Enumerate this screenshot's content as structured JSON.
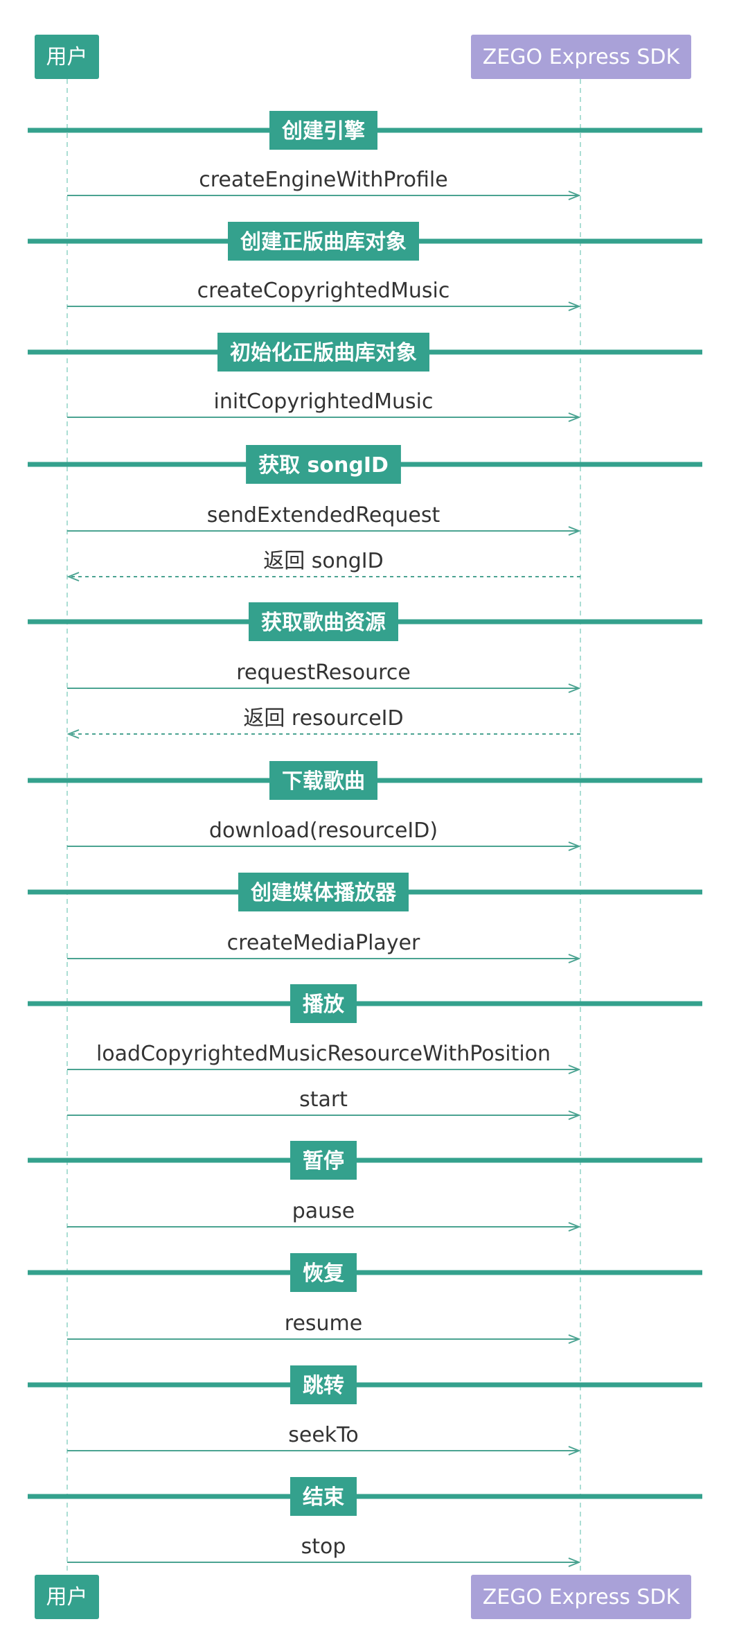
{
  "colors": {
    "user_actor": "#34a18d",
    "sdk_actor": "#a9a1d8",
    "section": "#34a18d",
    "arrow": "#4aa391",
    "lifeline": "#8fd3c6",
    "text": "#333333"
  },
  "actors": [
    {
      "id": "user",
      "label": "用户"
    },
    {
      "id": "sdk",
      "label": "ZEGO Express SDK"
    }
  ],
  "steps": [
    {
      "kind": "section",
      "label": "创建引擎"
    },
    {
      "kind": "message",
      "label": "createEngineWithProfile",
      "direction": "request"
    },
    {
      "kind": "section",
      "label": "创建正版曲库对象"
    },
    {
      "kind": "message",
      "label": "createCopyrightedMusic",
      "direction": "request"
    },
    {
      "kind": "section",
      "label": "初始化正版曲库对象"
    },
    {
      "kind": "message",
      "label": "initCopyrightedMusic",
      "direction": "request"
    },
    {
      "kind": "section",
      "label": "获取 songID"
    },
    {
      "kind": "message",
      "label": "sendExtendedRequest",
      "direction": "request"
    },
    {
      "kind": "message",
      "label": "返回 songID",
      "direction": "response"
    },
    {
      "kind": "section",
      "label": "获取歌曲资源"
    },
    {
      "kind": "message",
      "label": "requestResource",
      "direction": "request"
    },
    {
      "kind": "message",
      "label": "返回 resourceID",
      "direction": "response"
    },
    {
      "kind": "section",
      "label": "下载歌曲"
    },
    {
      "kind": "message",
      "label": "download(resourceID)",
      "direction": "request"
    },
    {
      "kind": "section",
      "label": "创建媒体播放器"
    },
    {
      "kind": "message",
      "label": "createMediaPlayer",
      "direction": "request"
    },
    {
      "kind": "section",
      "label": "播放"
    },
    {
      "kind": "message",
      "label": "loadCopyrightedMusicResourceWithPosition",
      "direction": "request"
    },
    {
      "kind": "message",
      "label": "start",
      "direction": "request"
    },
    {
      "kind": "section",
      "label": "暂停"
    },
    {
      "kind": "message",
      "label": "pause",
      "direction": "request"
    },
    {
      "kind": "section",
      "label": "恢复"
    },
    {
      "kind": "message",
      "label": "resume",
      "direction": "request"
    },
    {
      "kind": "section",
      "label": "跳转"
    },
    {
      "kind": "message",
      "label": "seekTo",
      "direction": "request"
    },
    {
      "kind": "section",
      "label": "结束"
    },
    {
      "kind": "message",
      "label": "stop",
      "direction": "request"
    }
  ]
}
